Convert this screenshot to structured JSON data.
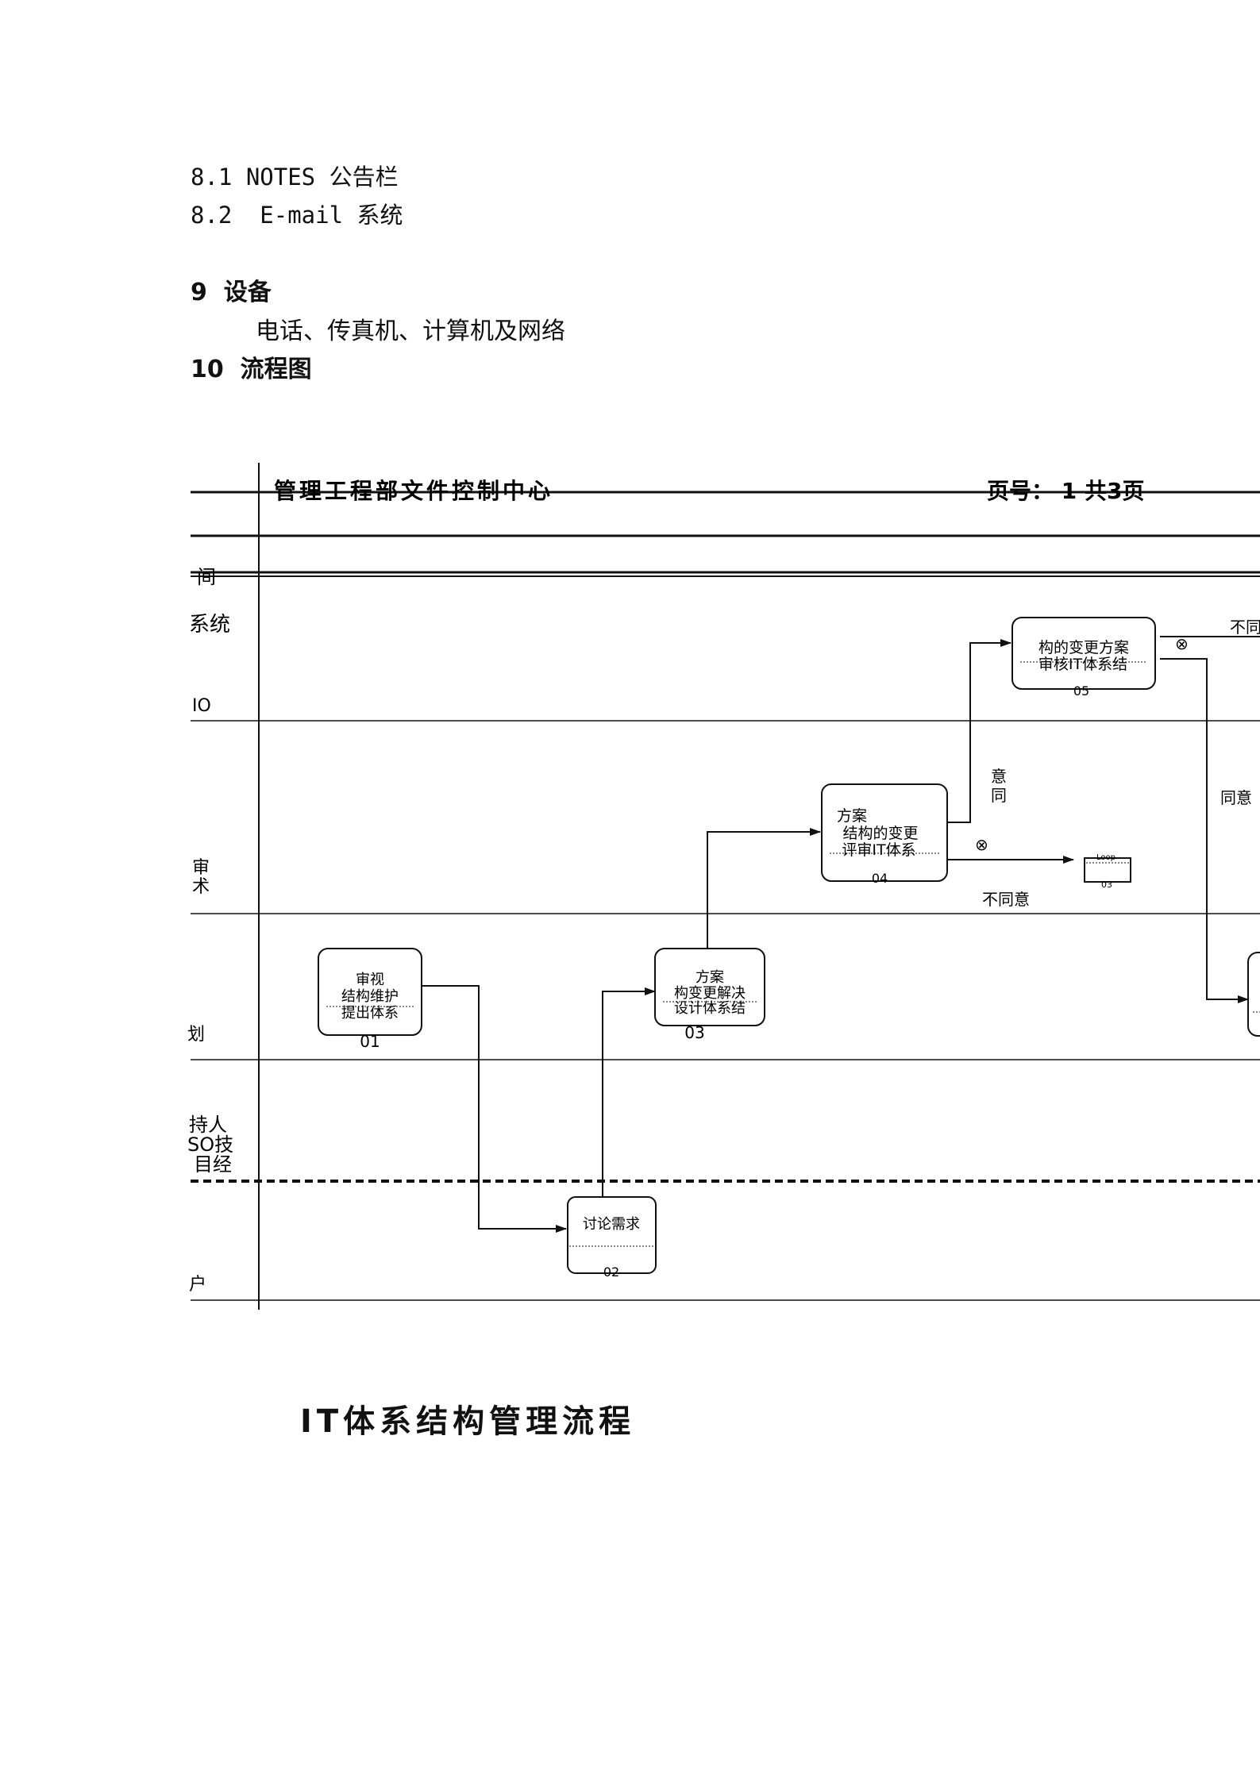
{
  "sections": {
    "s8_1": "8.1 NOTES 公告栏",
    "s8_2": "8.2  E-mail 系统",
    "s9_title": "9  设备",
    "s9_text": "电话、传真机、计算机及网络",
    "s10_title": "10  流程图"
  },
  "diagram": {
    "header_left": "管理工程部文件控制中心",
    "header_right": "页号： 1  共3页",
    "lanes": {
      "l1a": "间",
      "l1b": "系统",
      "l1c": "IO",
      "l2a": "审",
      "l2b": "术",
      "l3": "划",
      "l4a": "持人",
      "l4b": "SO技",
      "l4c": "目经",
      "l5": "户"
    },
    "nodes": {
      "n01": {
        "lines": [
          "审视",
          "结构维护",
          "提出体系"
        ],
        "id": "01"
      },
      "n02": {
        "lines": [
          "讨论需求"
        ],
        "id": "02"
      },
      "n03": {
        "lines": [
          "方案",
          "构变更解决",
          "设计体系结"
        ],
        "id": "03"
      },
      "n04": {
        "lines": [
          "方案",
          "结构的变更",
          "评审IT体系"
        ],
        "id": "04"
      },
      "n05": {
        "lines": [
          "构的变更方案",
          "审核IT体系结"
        ],
        "id": "05"
      },
      "nloop": {
        "lines": [
          "Loop"
        ],
        "id": "03"
      }
    },
    "labels": {
      "agree_v1": "意",
      "agree_v2": "同",
      "agree_right": "同意",
      "disagree_04": "不同意",
      "disagree_05": "不同",
      "x_mark": "⊗"
    }
  },
  "caption": "IT体系结构管理流程"
}
